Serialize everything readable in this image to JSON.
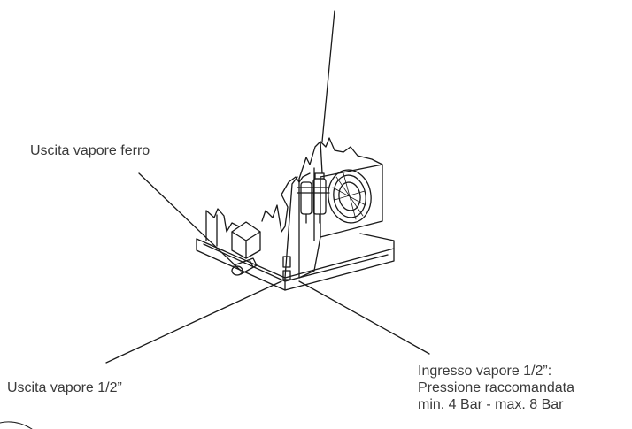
{
  "labels": {
    "iron_steam_outlet": "Uscita vapore ferro",
    "steam_outlet": "Uscita vapore 1/2”",
    "steam_inlet": {
      "line1": "Ingresso vapore 1/2”:",
      "line2": "Pressione raccomandata",
      "line3": "min. 4 Bar - max. 8 Bar"
    }
  },
  "colors": {
    "line": "#1a1a1a",
    "text": "#3a3a3a",
    "background": "#ffffff"
  }
}
